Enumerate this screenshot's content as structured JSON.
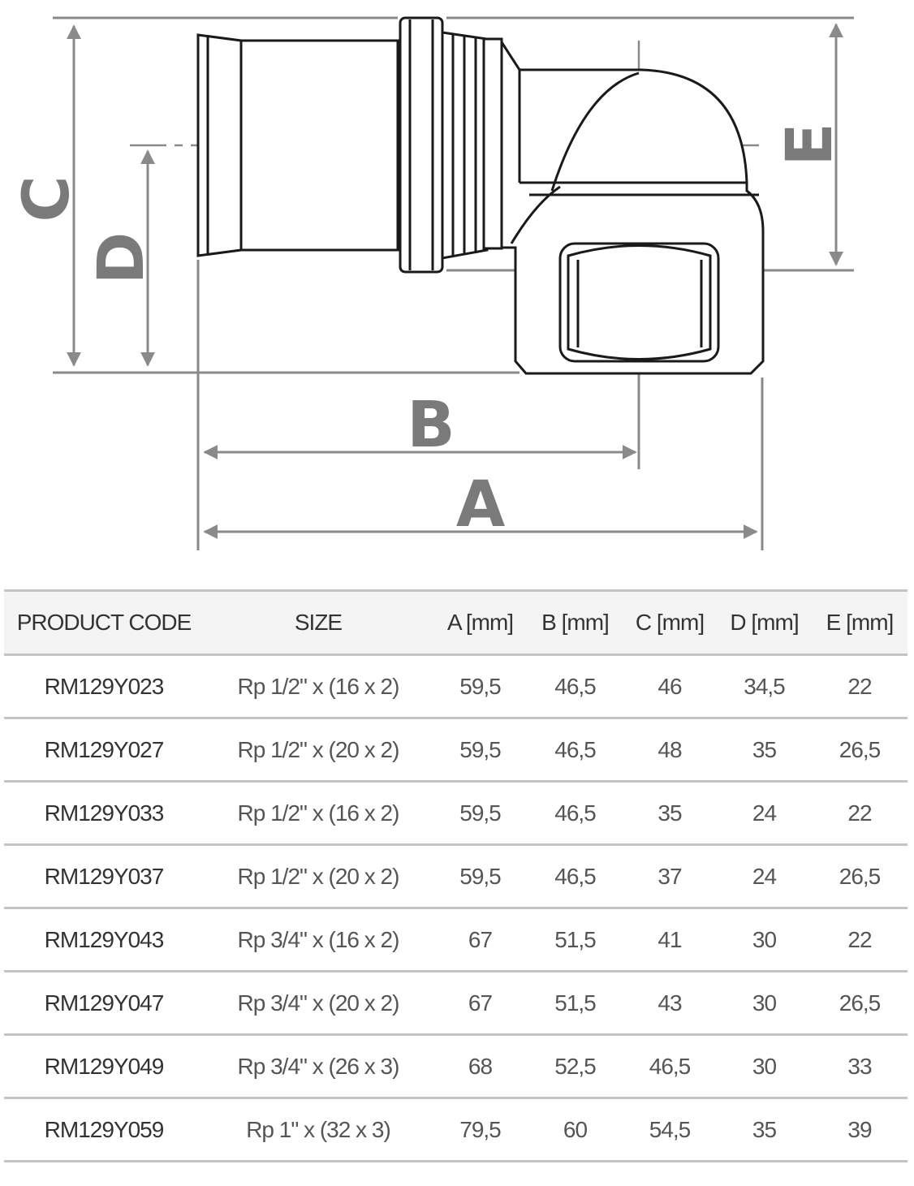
{
  "diagram": {
    "labels": {
      "a": "A",
      "b": "B",
      "c": "C",
      "d": "D",
      "e": "E"
    },
    "colors": {
      "line": "#8a8a8a",
      "outline": "#1a1a1a",
      "label": "#7a7a7a"
    }
  },
  "table": {
    "headers": [
      "PRODUCT CODE",
      "SIZE",
      "A [mm]",
      "B [mm]",
      "C [mm]",
      "D [mm]",
      "E [mm]"
    ],
    "rows": [
      [
        "RM129Y023",
        "Rp 1/2\" x (16 x 2)",
        "59,5",
        "46,5",
        "46",
        "34,5",
        "22"
      ],
      [
        "RM129Y027",
        "Rp 1/2\" x (20 x 2)",
        "59,5",
        "46,5",
        "48",
        "35",
        "26,5"
      ],
      [
        "RM129Y033",
        "Rp 1/2\" x (16 x 2)",
        "59,5",
        "46,5",
        "35",
        "24",
        "22"
      ],
      [
        "RM129Y037",
        "Rp 1/2\" x (20 x 2)",
        "59,5",
        "46,5",
        "37",
        "24",
        "26,5"
      ],
      [
        "RM129Y043",
        "Rp 3/4\" x (16 x 2)",
        "67",
        "51,5",
        "41",
        "30",
        "22"
      ],
      [
        "RM129Y047",
        "Rp 3/4\" x (20 x 2)",
        "67",
        "51,5",
        "43",
        "30",
        "26,5"
      ],
      [
        "RM129Y049",
        "Rp 3/4\" x (26 x 3)",
        "68",
        "52,5",
        "46,5",
        "30",
        "33"
      ],
      [
        "RM129Y059",
        "Rp 1\" x (32 x 3)",
        "79,5",
        "60",
        "54,5",
        "35",
        "39"
      ]
    ]
  }
}
